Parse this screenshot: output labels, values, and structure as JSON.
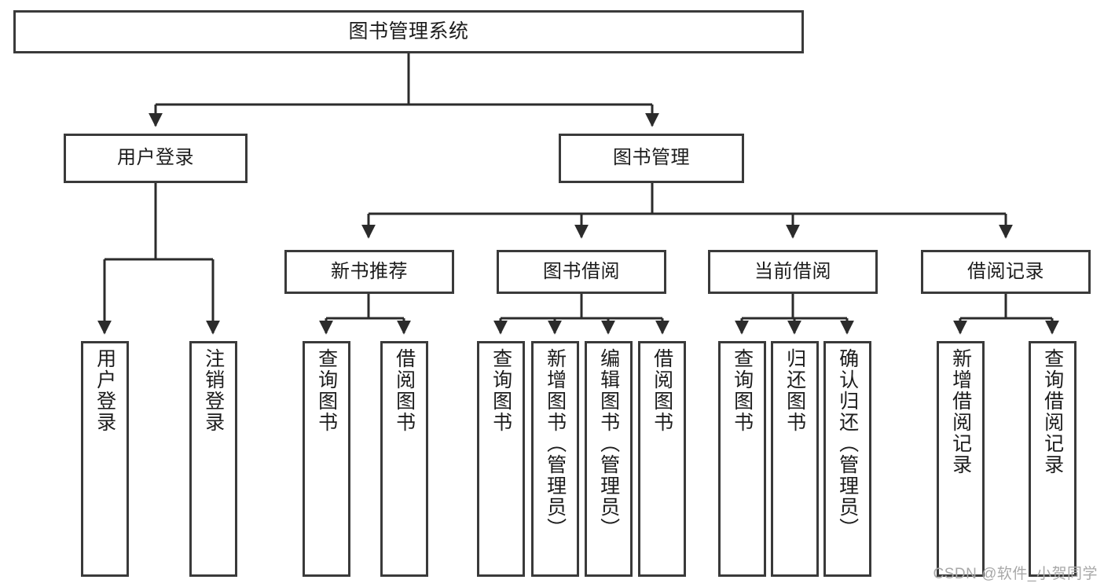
{
  "diagram": {
    "title": "图书管理系统",
    "type": "tree-hierarchy-chart",
    "colors": {
      "box_border": "#3a3a3a",
      "box_fill": "#ffffff",
      "edge": "#2b2b2b",
      "text": "#1c1c1c",
      "watermark": "#a8a8a8",
      "background": "#ffffff"
    },
    "watermark": "CSDN @软件_小贺同学",
    "nodes": {
      "root": {
        "label": "图书管理系统"
      },
      "level2": [
        {
          "id": "user-login",
          "label": "用户登录"
        },
        {
          "id": "book-management",
          "label": "图书管理"
        }
      ],
      "level3": [
        {
          "id": "new-book-recommend",
          "label": "新书推荐"
        },
        {
          "id": "book-borrow",
          "label": "图书借阅"
        },
        {
          "id": "current-borrow",
          "label": "当前借阅"
        },
        {
          "id": "borrow-record",
          "label": "借阅记录"
        }
      ],
      "leaves": {
        "user_login": [
          {
            "id": "leaf-user-login",
            "label": "用户登录"
          },
          {
            "id": "leaf-logout",
            "label": "注销登录"
          }
        ],
        "new_book_recommend": [
          {
            "id": "leaf-query-book-1",
            "label": "查询图书"
          },
          {
            "id": "leaf-borrow-book-1",
            "label": "借阅图书"
          }
        ],
        "book_borrow": [
          {
            "id": "leaf-query-book-2",
            "label": "查询图书"
          },
          {
            "id": "leaf-add-book",
            "label": "新增图书（管理员）"
          },
          {
            "id": "leaf-edit-book",
            "label": "编辑图书（管理员）"
          },
          {
            "id": "leaf-borrow-book-2",
            "label": "借阅图书"
          }
        ],
        "current_borrow": [
          {
            "id": "leaf-query-book-3",
            "label": "查询图书"
          },
          {
            "id": "leaf-return-book",
            "label": "归还图书"
          },
          {
            "id": "leaf-confirm-return",
            "label": "确认归还（管理员）"
          }
        ],
        "borrow_record": [
          {
            "id": "leaf-add-record",
            "label": "新增借阅记录"
          },
          {
            "id": "leaf-query-record",
            "label": "查询借阅记录"
          }
        ]
      }
    }
  }
}
